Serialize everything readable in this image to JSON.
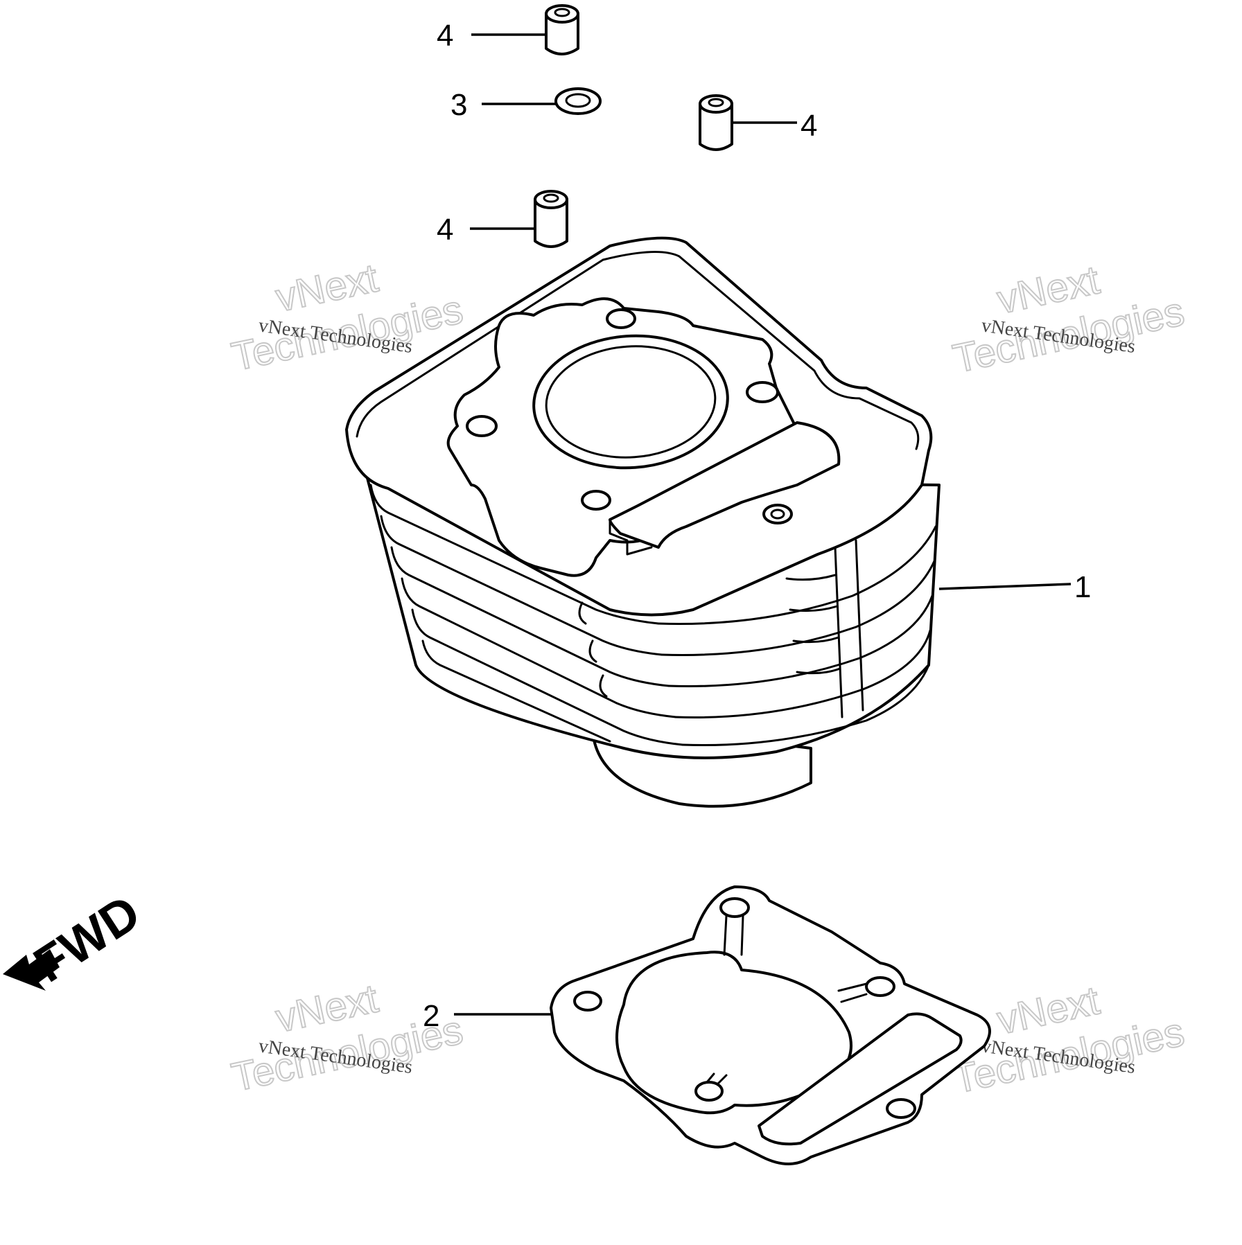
{
  "callouts": {
    "cylinder": "1",
    "gasket": "2",
    "o_ring": "3",
    "dowel_top": "4",
    "dowel_right": "4",
    "dowel_left": "4"
  },
  "direction_label": "FWD",
  "watermark": {
    "small": "vNext Technologies",
    "large_line1": "vNext",
    "large_line2": "Technologies"
  },
  "colors": {
    "line": "#000000",
    "background": "#ffffff",
    "watermark_outline": "#c8c8c8"
  }
}
